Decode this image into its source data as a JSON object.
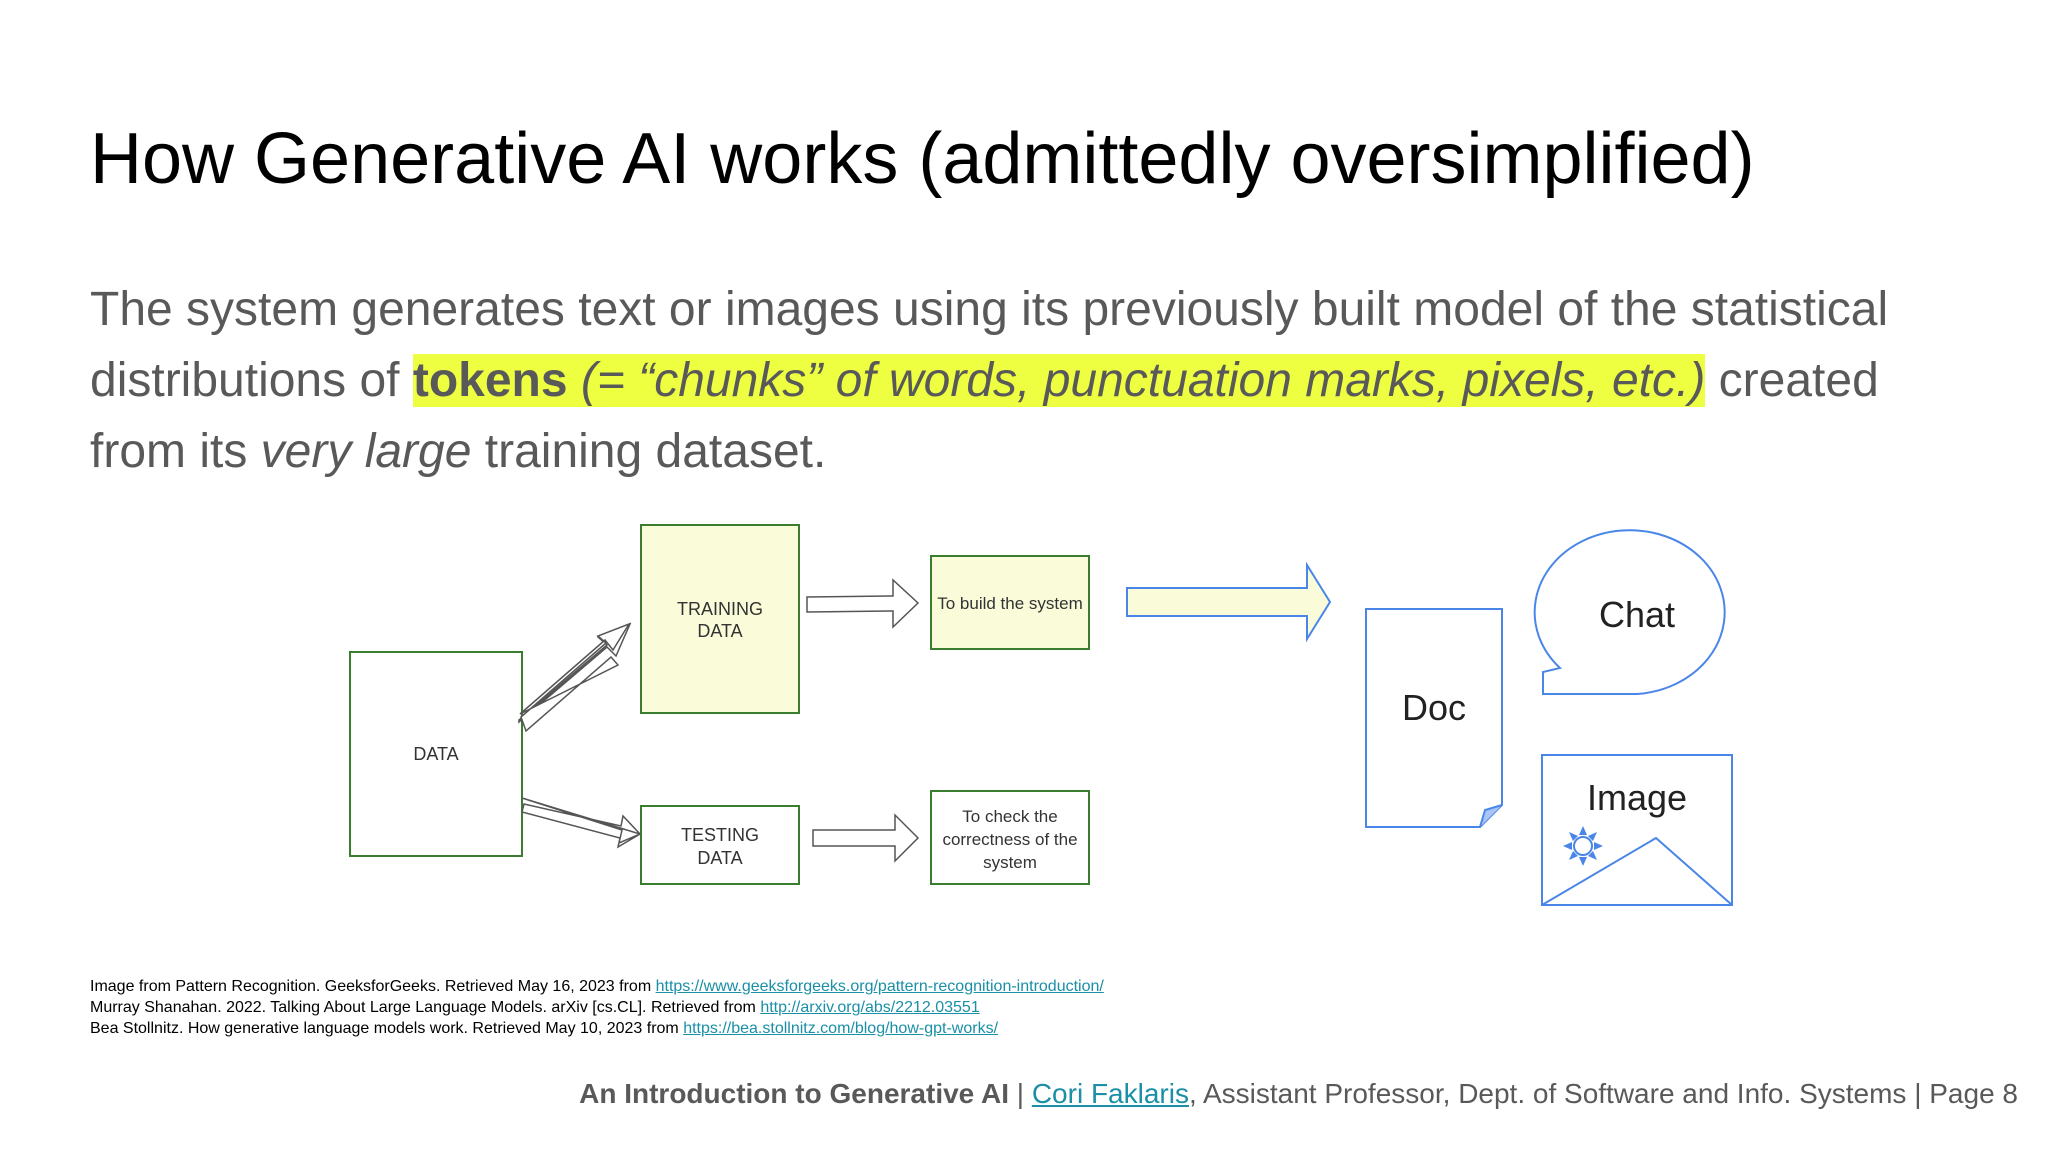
{
  "slide": {
    "title": "How Generative AI works (admittedly oversimplified)",
    "body": {
      "part1": "The system generates text or images using its previously built model of the statistical distributions of ",
      "tokens_bold": "tokens",
      "tokens_italic": " (= “chunks” of words, punctuation marks, pixels, etc.)",
      "part2": " created from its ",
      "emphasis": "very large",
      "part3": " training dataset."
    }
  },
  "diagram": {
    "data_box": "DATA",
    "training_line1": "TRAINING",
    "training_line2": "DATA",
    "testing_line1": "TESTING",
    "testing_line2": "DATA",
    "build_label": "To build the system",
    "check_line1": "To check the",
    "check_line2": "correctness of the",
    "check_line3": "system",
    "doc_label": "Doc",
    "chat_label": "Chat",
    "image_label": "Image",
    "colors": {
      "green_border": "#3b7d2f",
      "yellow_fill": "#fafcd9",
      "blue_stroke": "#4a86e8"
    }
  },
  "references": [
    {
      "text": "Image from Pattern Recognition. GeeksforGeeks. Retrieved May 16, 2023 from ",
      "link": "https://www.geeksforgeeks.org/pattern-recognition-introduction/"
    },
    {
      "text": "Murray Shanahan. 2022. Talking About Large Language Models. arXiv [cs.CL]. Retrieved from ",
      "link": "http://arxiv.org/abs/2212.03551"
    },
    {
      "text": "Bea Stollnitz. How generative language models work. Retrieved May 10, 2023 from ",
      "link": "https://bea.stollnitz.com/blog/how-gpt-works/"
    }
  ],
  "footer": {
    "course": "An Introduction to Generative AI",
    "separator1": " | ",
    "author": "Cori Faklaris",
    "rest": ", Assistant Professor, Dept. of Software and Info. Systems | Page 8"
  }
}
